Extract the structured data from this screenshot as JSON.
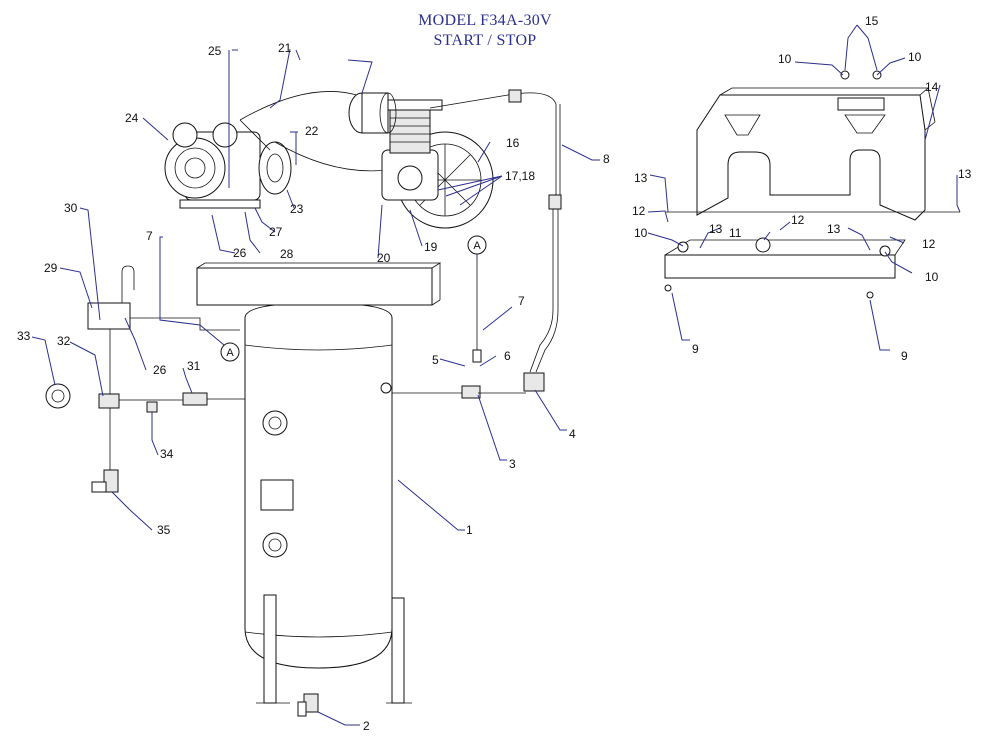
{
  "title": {
    "line1": "MODEL F34A-30V",
    "line2": "START /  STOP"
  },
  "callouts": [
    {
      "id": "c1",
      "label": "1"
    },
    {
      "id": "c2",
      "label": "2"
    },
    {
      "id": "c3",
      "label": "3"
    },
    {
      "id": "c4",
      "label": "4"
    },
    {
      "id": "c5",
      "label": "5"
    },
    {
      "id": "c6",
      "label": "6"
    },
    {
      "id": "c7a",
      "label": "7"
    },
    {
      "id": "c7b",
      "label": "7"
    },
    {
      "id": "c8",
      "label": "8"
    },
    {
      "id": "c9a",
      "label": "9"
    },
    {
      "id": "c9b",
      "label": "9"
    },
    {
      "id": "c10a",
      "label": "10"
    },
    {
      "id": "c10b",
      "label": "10"
    },
    {
      "id": "c10c",
      "label": "10"
    },
    {
      "id": "c10d",
      "label": "10"
    },
    {
      "id": "c11",
      "label": "11"
    },
    {
      "id": "c12a",
      "label": "12"
    },
    {
      "id": "c12b",
      "label": "12"
    },
    {
      "id": "c12c",
      "label": "12"
    },
    {
      "id": "c13a",
      "label": "13"
    },
    {
      "id": "c13b",
      "label": "13"
    },
    {
      "id": "c13c",
      "label": "13"
    },
    {
      "id": "c13d",
      "label": "13"
    },
    {
      "id": "c14",
      "label": "14"
    },
    {
      "id": "c15",
      "label": "15"
    },
    {
      "id": "c16",
      "label": "16"
    },
    {
      "id": "c1718",
      "label": "17,18"
    },
    {
      "id": "c19",
      "label": "19"
    },
    {
      "id": "c20",
      "label": "20"
    },
    {
      "id": "c21",
      "label": "21"
    },
    {
      "id": "c22",
      "label": "22"
    },
    {
      "id": "c23",
      "label": "23"
    },
    {
      "id": "c24",
      "label": "24"
    },
    {
      "id": "c25",
      "label": "25"
    },
    {
      "id": "c26a",
      "label": "26"
    },
    {
      "id": "c26b",
      "label": "26"
    },
    {
      "id": "c27",
      "label": "27"
    },
    {
      "id": "c28",
      "label": "28"
    },
    {
      "id": "c29",
      "label": "29"
    },
    {
      "id": "c30",
      "label": "30"
    },
    {
      "id": "c31",
      "label": "31"
    },
    {
      "id": "c32",
      "label": "32"
    },
    {
      "id": "c33",
      "label": "33"
    },
    {
      "id": "c34",
      "label": "34"
    },
    {
      "id": "c35",
      "label": "35"
    }
  ],
  "refs": [
    {
      "id": "refA1",
      "label": "A"
    },
    {
      "id": "refA2",
      "label": "A"
    }
  ]
}
